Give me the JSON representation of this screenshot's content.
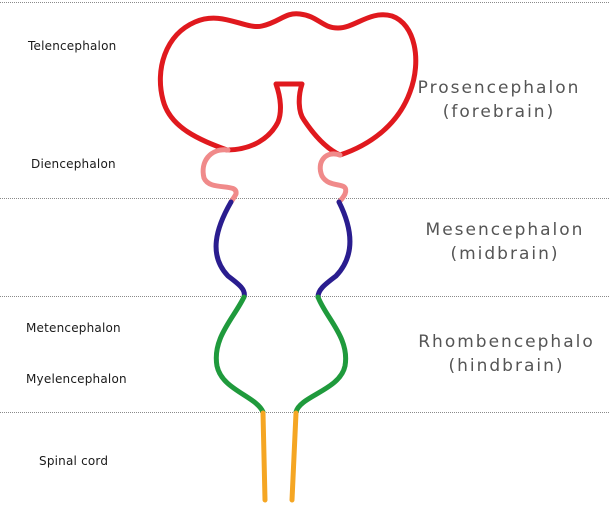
{
  "colors": {
    "telencephalon": "#e0191e",
    "diencephalon": "#f08a8a",
    "mesencephalon": "#2a1d8f",
    "rhombencephalon": "#1f9a3c",
    "spinal_cord": "#f5a623",
    "divider": "#8a8a8a"
  },
  "subdivisions": {
    "telencephalon": "Telencephalon",
    "diencephalon": "Diencephalon",
    "metencephalon": "Metencephalon",
    "myelencephalon": "Myelencephalon",
    "spinal_cord": "Spinal cord"
  },
  "regions": {
    "prosencephalon": {
      "name": "Prosencephalon",
      "common": "(forebrain)"
    },
    "mesencephalon": {
      "name": "Mesencephalon",
      "common": "(midbrain)"
    },
    "rhombencephalon": {
      "name": "Rhombencephalo",
      "common": "(hindbrain)"
    }
  }
}
